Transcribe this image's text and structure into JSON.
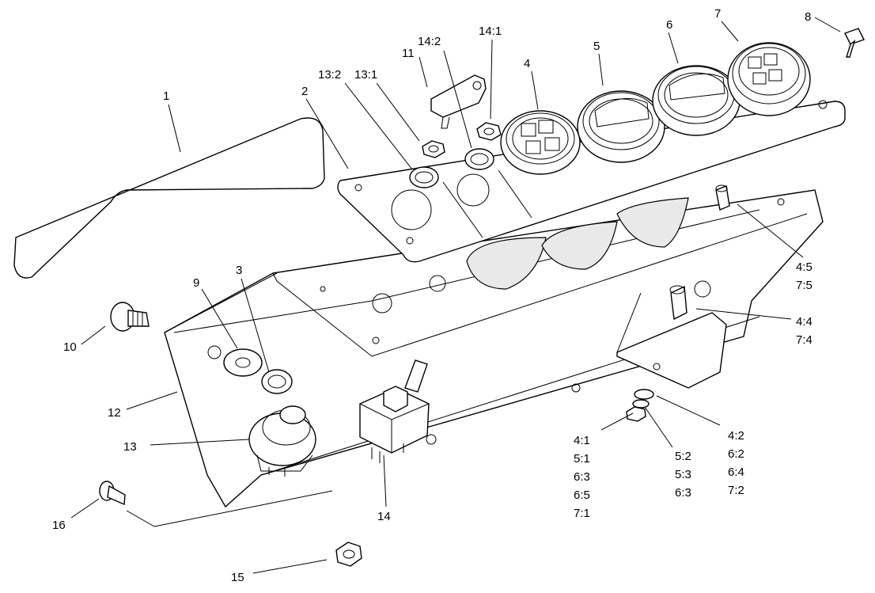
{
  "callouts": {
    "c1": "1",
    "c2": "2",
    "c3": "3",
    "c4": "4",
    "c5": "5",
    "c6": "6",
    "c7": "7",
    "c8": "8",
    "c9": "9",
    "c10": "10",
    "c11": "11",
    "c12": "12",
    "c13": "13",
    "c14": "14",
    "c15": "15",
    "c16": "16",
    "c13_1": "13:1",
    "c13_2": "13:2",
    "c14_1": "14:1",
    "c14_2": "14:2",
    "c4_5": "4:5",
    "c7_5": "7:5",
    "c4_4": "4:4",
    "c7_4": "7:4",
    "g41": [
      "4:1",
      "5:1",
      "6:3",
      "6:5",
      "7:1"
    ],
    "g52": [
      "5:2",
      "5:3",
      "6:3"
    ],
    "g42": [
      "4:2",
      "6:2",
      "6:4",
      "7:2"
    ]
  }
}
